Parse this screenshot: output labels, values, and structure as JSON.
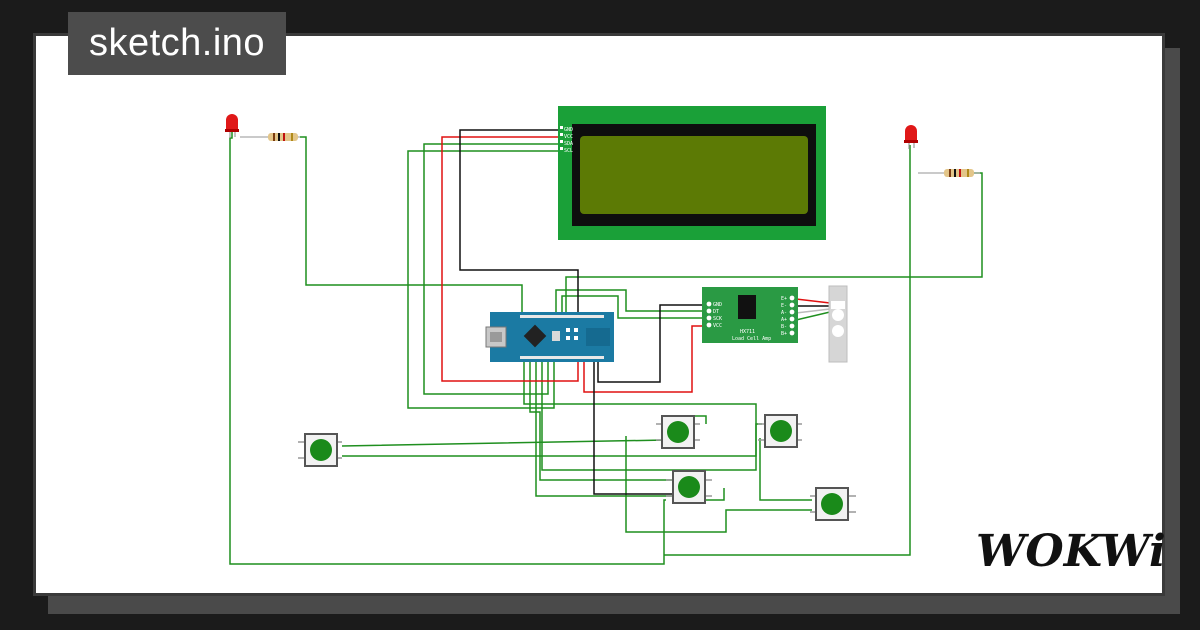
{
  "project": {
    "filename": "sketch.ino"
  },
  "brand": {
    "logo_text": "WOKWi"
  },
  "lcd": {
    "pins": [
      "GND",
      "VCC",
      "SDA",
      "SCL"
    ]
  },
  "hx711": {
    "title": "HX711",
    "subtitle": "Load Cell Amp",
    "left_pins": [
      "GND",
      "DT",
      "SCK",
      "VCC"
    ],
    "right_pins": [
      "E+",
      "E-",
      "A-",
      "A+",
      "B-",
      "B+"
    ]
  },
  "colors": {
    "wire_green": "#1f8f1f",
    "wire_red": "#e01010",
    "wire_black": "#111111",
    "lcd_board": "#1aa038",
    "lcd_screen": "#5c7a05",
    "nano_board": "#1b7aa3",
    "button_cap": "#1a8a1a",
    "led_red": "#e01818",
    "hx711_board": "#2a9a44"
  },
  "icons": {
    "led": "led-icon",
    "resistor": "resistor-icon",
    "pushbutton": "pushbutton-icon",
    "usb": "usb-icon",
    "load_cell": "load-cell-icon"
  }
}
